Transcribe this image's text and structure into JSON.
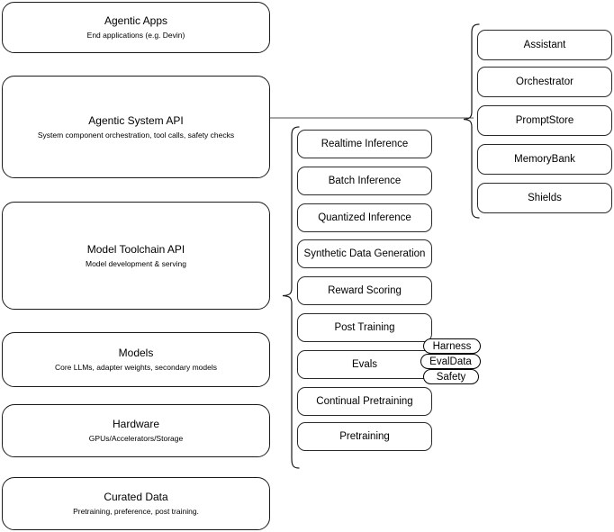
{
  "diagram": {
    "type": "layered-stack-architecture",
    "background_color": "#ffffff",
    "stroke_color": "#1a1a1a",
    "stack": [
      {
        "id": "agentic-apps",
        "title": "Agentic Apps",
        "subtitle": "End applications (e.g. Devin)"
      },
      {
        "id": "agentic-system-api",
        "title": "Agentic System API",
        "subtitle": "System component orchestration, tool calls, safety checks"
      },
      {
        "id": "model-toolchain-api",
        "title": "Model Toolchain API",
        "subtitle": "Model development & serving"
      },
      {
        "id": "models",
        "title": "Models",
        "subtitle": "Core LLMs, adapter weights, secondary models"
      },
      {
        "id": "hardware",
        "title": "Hardware",
        "subtitle": "GPUs/Accelerators/Storage"
      },
      {
        "id": "curated-data",
        "title": "Curated Data",
        "subtitle": "Pretraining, preference, post training."
      }
    ],
    "toolchain_components": [
      {
        "id": "realtime-inference",
        "label": "Realtime Inference"
      },
      {
        "id": "batch-inference",
        "label": "Batch Inference"
      },
      {
        "id": "quantized-inference",
        "label": "Quantized Inference"
      },
      {
        "id": "synthetic-data-generation",
        "label": "Synthetic Data Generation"
      },
      {
        "id": "reward-scoring",
        "label": "Reward Scoring"
      },
      {
        "id": "post-training",
        "label": "Post Training"
      },
      {
        "id": "evals",
        "label": "Evals"
      },
      {
        "id": "continual-pretraining",
        "label": "Continual Pretraining"
      },
      {
        "id": "pretraining",
        "label": "Pretraining"
      }
    ],
    "system_components": [
      {
        "id": "assistant",
        "label": "Assistant"
      },
      {
        "id": "orchestrator",
        "label": "Orchestrator"
      },
      {
        "id": "promptstore",
        "label": "PromptStore"
      },
      {
        "id": "memorybank",
        "label": "MemoryBank"
      },
      {
        "id": "shields",
        "label": "Shields"
      }
    ],
    "evals_pills": [
      {
        "id": "harness",
        "label": "Harness"
      },
      {
        "id": "evaldata",
        "label": "EvalData"
      },
      {
        "id": "safety",
        "label": "Safety"
      }
    ]
  }
}
